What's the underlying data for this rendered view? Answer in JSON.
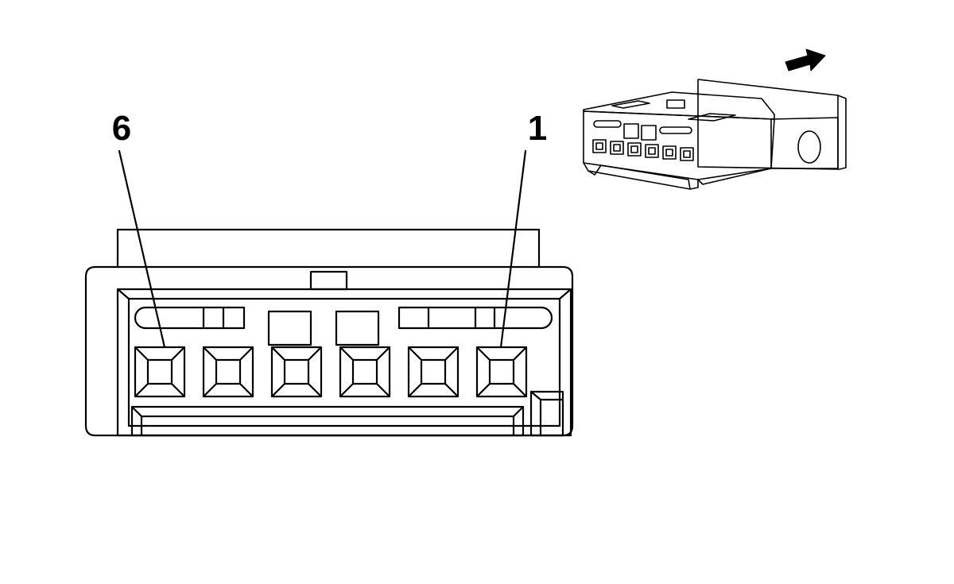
{
  "colors": {
    "line": "#000000",
    "background": "#ffffff"
  },
  "front_view": {
    "pin_count": 6,
    "labels": {
      "first_pin": "6",
      "last_pin": "1"
    }
  },
  "perspective_view": {
    "direction_arrow": "arrow-right-icon"
  }
}
